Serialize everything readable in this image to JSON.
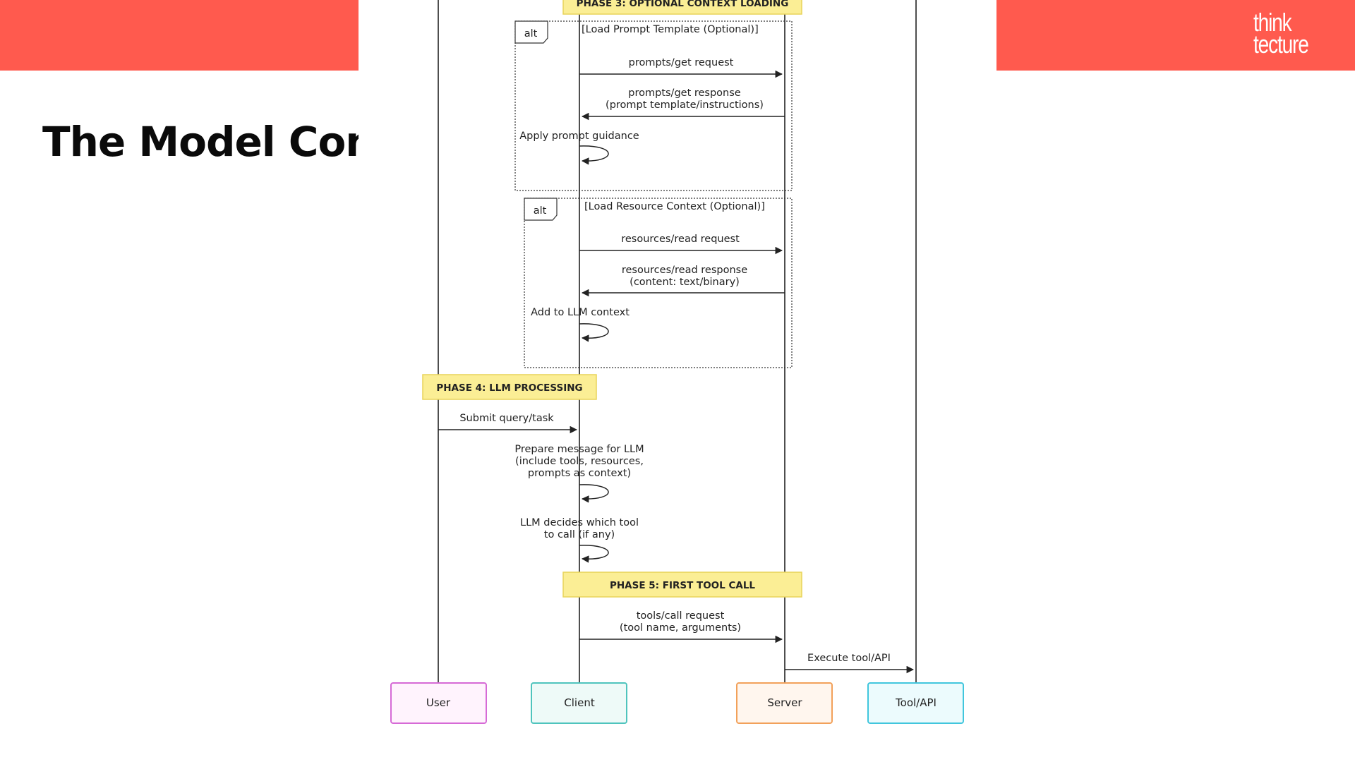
{
  "slide": {
    "title": "The Model Cont",
    "logo_line1": "think",
    "logo_line2": "tecture",
    "accent_color": "#ff5a4e"
  },
  "diagram": {
    "phases": {
      "phase3": "PHASE 3: OPTIONAL CONTEXT LOADING",
      "phase4": "PHASE 4: LLM PROCESSING",
      "phase5": "PHASE 5: FIRST TOOL CALL"
    },
    "alt_prompt": {
      "tag": "alt",
      "condition": "[Load Prompt Template (Optional)]",
      "request": "prompts/get request",
      "response_line1": "prompts/get response",
      "response_line2": "(prompt template/instructions)",
      "self_note": "Apply prompt guidance"
    },
    "alt_resource": {
      "tag": "alt",
      "condition": "[Load Resource Context (Optional)]",
      "request": "resources/read request",
      "response_line1": "resources/read response",
      "response_line2": "(content: text/binary)",
      "self_note": "Add to LLM context"
    },
    "llm": {
      "submit": "Submit query/task",
      "prepare_line1": "Prepare message for LLM",
      "prepare_line2": "(include tools, resources,",
      "prepare_line3": "prompts as context)",
      "decide_line1": "LLM decides which tool",
      "decide_line2": "to call (if any)"
    },
    "tool_call": {
      "request_line1": "tools/call request",
      "request_line2": "(tool name, arguments)",
      "execute": "Execute tool/API"
    },
    "actors": [
      {
        "label": "User",
        "border": "#d66ad6",
        "fill": "#fff3fd"
      },
      {
        "label": "Client",
        "border": "#4fc4bd",
        "fill": "#eefaf8"
      },
      {
        "label": "Server",
        "border": "#f2a15a",
        "fill": "#fff6ee"
      },
      {
        "label": "Tool/API",
        "border": "#41c6dd",
        "fill": "#ecfbfd"
      }
    ],
    "phase_color": "#fbee95",
    "phase_border": "#e8d45a"
  }
}
